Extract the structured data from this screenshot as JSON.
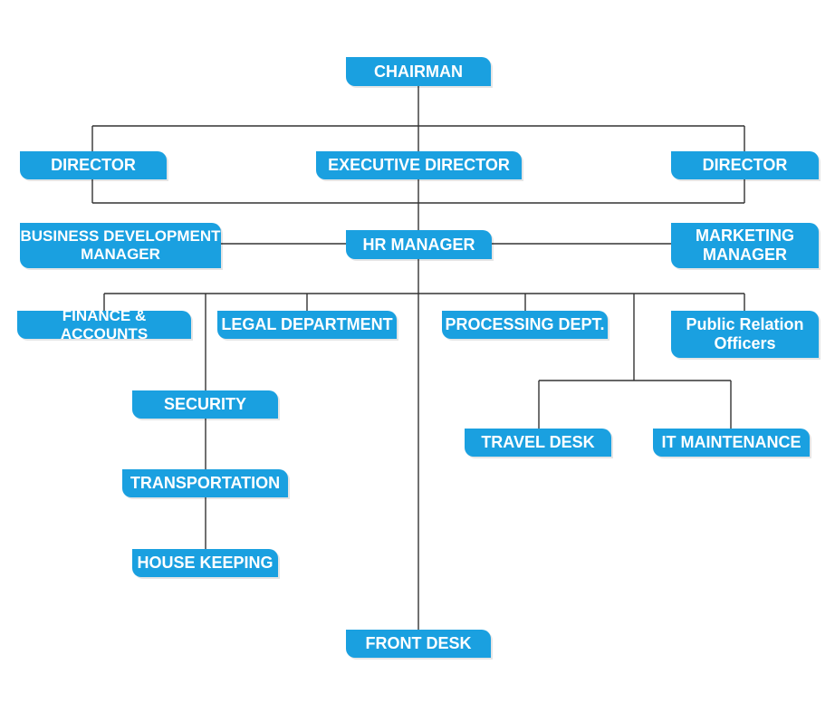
{
  "nodes": {
    "chairman": "CHAIRMAN",
    "director_left": "DIRECTOR",
    "executive_director": "EXECUTIVE DIRECTOR",
    "director_right": "DIRECTOR",
    "business_development_manager": "BUSINESS DEVELOPMENT MANAGER",
    "hr_manager": "HR MANAGER",
    "marketing_manager": "MARKETING MANAGER",
    "finance_accounts": "FINANCE & ACCOUNTS",
    "legal_department": "LEGAL DEPARTMENT",
    "processing_dept": "PROCESSING DEPT.",
    "public_relation_officers": "Public Relation Officers",
    "security": "SECURITY",
    "transportation": "TRANSPORTATION",
    "house_keeping": "HOUSE KEEPING",
    "travel_desk": "TRAVEL DESK",
    "it_maintenance": "IT MAINTENANCE",
    "front_desk": "FRONT DESK"
  },
  "colors": {
    "box": "#1aa0e0",
    "text": "#ffffff",
    "line": "#333333"
  }
}
